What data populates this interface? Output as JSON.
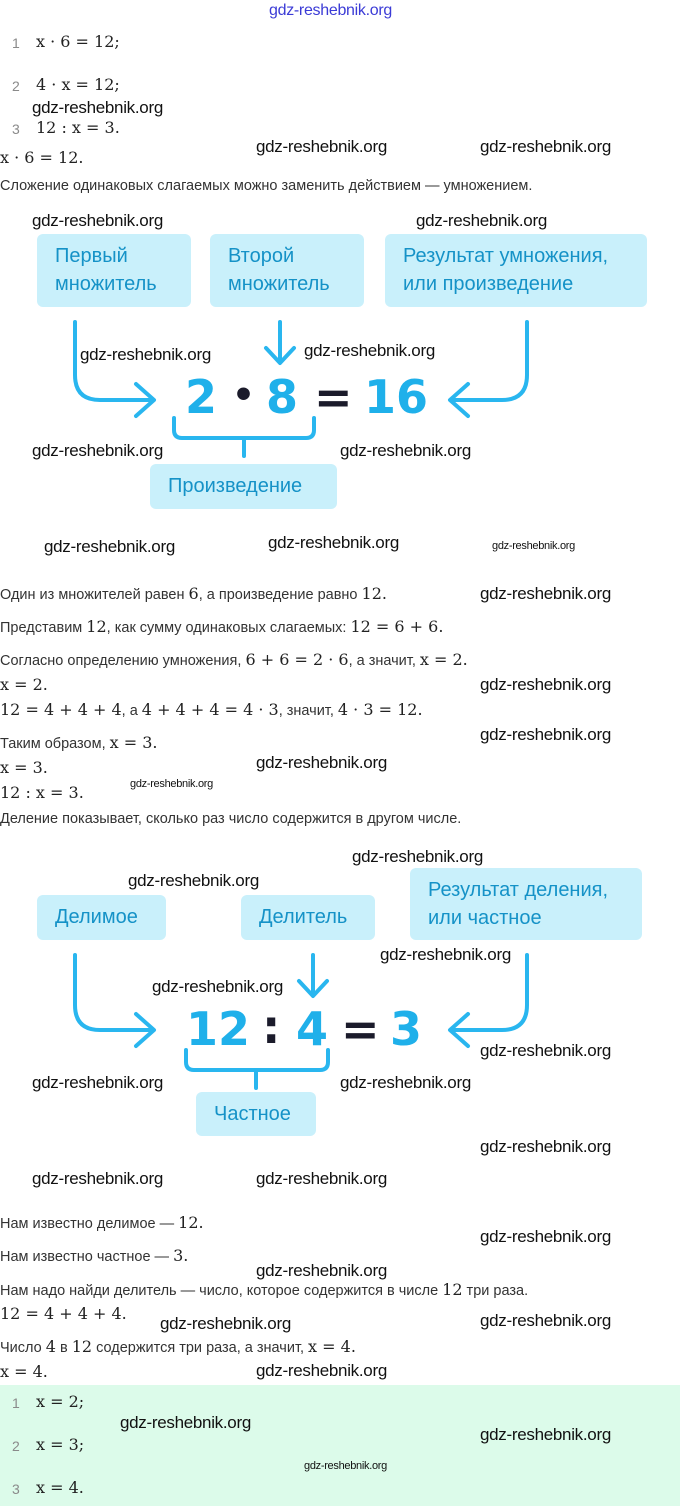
{
  "watermark": "gdz-reshebnik.org",
  "task_list": [
    {
      "num": "1",
      "expr": "x · 6 = 12;"
    },
    {
      "num": "2",
      "expr": "4 · x = 12;"
    },
    {
      "num": "3",
      "expr": "12 : x = 3."
    }
  ],
  "sol1": {
    "eq": "x · 6 = 12.",
    "text": "Сложение одинаковых слагаемых можно заменить действием — умножением."
  },
  "diagram_mult": {
    "box_factor1": "Первый множитель",
    "box_factor2": "Второй множитель",
    "box_result": "Результат умножения, или произведение",
    "a": "2",
    "op": "•",
    "b": "8",
    "eq": "=",
    "result": "16",
    "box_product": "Произведение",
    "accent_color": "#1fb0ea"
  },
  "lines1": [
    {
      "t": "Один из множителей равен ",
      "m1": "6",
      "t2": ", а произведение равно ",
      "m2": "12."
    },
    {
      "t": "Представим ",
      "m1": "12",
      "t2": ", как сумму одинаковых слагаемых: ",
      "m2": "12 = 6 + 6."
    },
    {
      "t": "Согласно определению умножения, ",
      "m1": "6 + 6 = 2 · 6",
      "t2": ", а значит, ",
      "m2": "x = 2."
    }
  ],
  "eq_x2": "x = 2.",
  "line_sum": {
    "m1": "12 = 4 + 4 + 4",
    "t1": ", а ",
    "m2": "4 + 4 + 4 = 4 · 3",
    "t2": ", значит, ",
    "m3": "4 · 3 = 12."
  },
  "line_thus": {
    "t": "Таким образом, ",
    "m": "x = 3."
  },
  "eq_x3": "x = 3.",
  "eq_div": "12 : x = 3.",
  "div_text": "Деление показывает, сколько раз число содержится в другом числе.",
  "diagram_div": {
    "box_dividend": "Делимое",
    "box_divisor": "Делитель",
    "box_result": "Результат деления, или частное",
    "a": "12",
    "op": ":",
    "b": "4",
    "eq": "=",
    "result": "3",
    "box_quotient": "Частное"
  },
  "lines2": [
    {
      "t": "Нам известно делимое — ",
      "m": "12."
    },
    {
      "t": "Нам известно частное — ",
      "m": "3."
    },
    {
      "t": "Нам надо найди делитель — число, которое содержится в числе ",
      "m": "12",
      "t2": " три раза."
    }
  ],
  "eq_sum4": "12 = 4 + 4 + 4.",
  "line_four": {
    "t": "Число ",
    "m1": "4",
    "t2": " в ",
    "m2": "12",
    "t3": " содержится три раза, а значит, ",
    "m3": "x = 4."
  },
  "eq_x4": "x = 4.",
  "answers": [
    {
      "num": "1",
      "expr": "x = 2;"
    },
    {
      "num": "2",
      "expr": "x = 3;"
    },
    {
      "num": "3",
      "expr": "x = 4."
    }
  ],
  "answer_bg": "#dcfbea"
}
